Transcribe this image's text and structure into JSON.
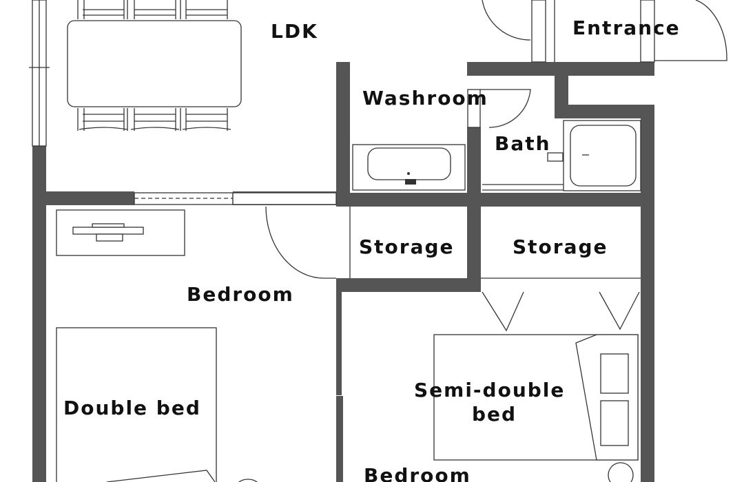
{
  "rooms": {
    "ldk": "LDK",
    "entrance": "Entrance",
    "washroom": "Washroom",
    "bath": "Bath",
    "storage_left": "Storage",
    "storage_right": "Storage",
    "bedroom_main": "Bedroom",
    "bedroom_second": "Bedroom"
  },
  "furniture": {
    "double_bed": "Double bed",
    "semi_double_line1": "Semi-double",
    "semi_double_line2": "bed"
  },
  "colors": {
    "wall": "#555555",
    "line": "#333333",
    "background": "#ffffff"
  }
}
